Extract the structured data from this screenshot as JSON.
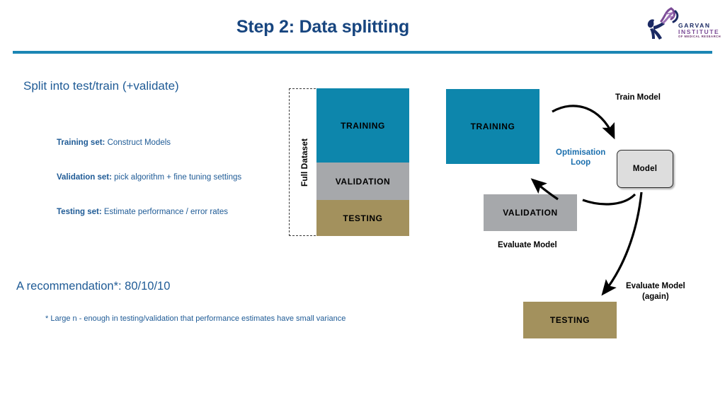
{
  "slide": {
    "title": "Step 2: Data splitting",
    "accent_color": "#1b86b4",
    "title_color": "#17457f",
    "body_text_color": "#1f5b96"
  },
  "logo": {
    "name": "garvan-institute-logo",
    "line1": "GARVAN",
    "line2": "INSTITUTE",
    "line3": "OF MEDICAL RESEARCH",
    "color_navy": "#1b2a63",
    "color_purple": "#7b4b96"
  },
  "left_panel": {
    "heading": "Split into test/train (+validate)",
    "bullets": [
      {
        "label": "Training set:",
        "text": " Construct Models"
      },
      {
        "label": "Validation set:",
        "text": " pick algorithm + fine tuning settings"
      },
      {
        "label": "Testing set:",
        "text": " Estimate performance / error rates"
      }
    ],
    "recommendation": "A recommendation*:  80/10/10",
    "footnote": "* Large n  - enough in testing/validation that performance estimates have small variance"
  },
  "split_diagram": {
    "frame_label": "Full Dataset",
    "segments": [
      {
        "label": "TRAINING",
        "color": "#0d86ac",
        "proportion_percent": 80
      },
      {
        "label": "VALIDATION",
        "color": "#a6a8ab",
        "proportion_percent": 10
      },
      {
        "label": "TESTING",
        "color": "#a3915d",
        "proportion_percent": 10
      }
    ]
  },
  "flow_diagram": {
    "boxes": [
      {
        "name": "training",
        "label": "TRAINING",
        "color": "#0d86ac"
      },
      {
        "name": "validation",
        "label": "VALIDATION",
        "color": "#a6a8ab"
      },
      {
        "name": "testing",
        "label": "TESTING",
        "color": "#a3915d"
      },
      {
        "name": "model",
        "label": "Model",
        "color": "#dddddd"
      }
    ],
    "labels": {
      "train_model": "Train Model",
      "optimisation_loop_line1": "Optimisation",
      "optimisation_loop_line2": "Loop",
      "evaluate_model": "Evaluate Model",
      "evaluate_model_again_line1": "Evaluate Model",
      "evaluate_model_again_line2": "(again)"
    },
    "loop_color": "#1b6fae"
  }
}
